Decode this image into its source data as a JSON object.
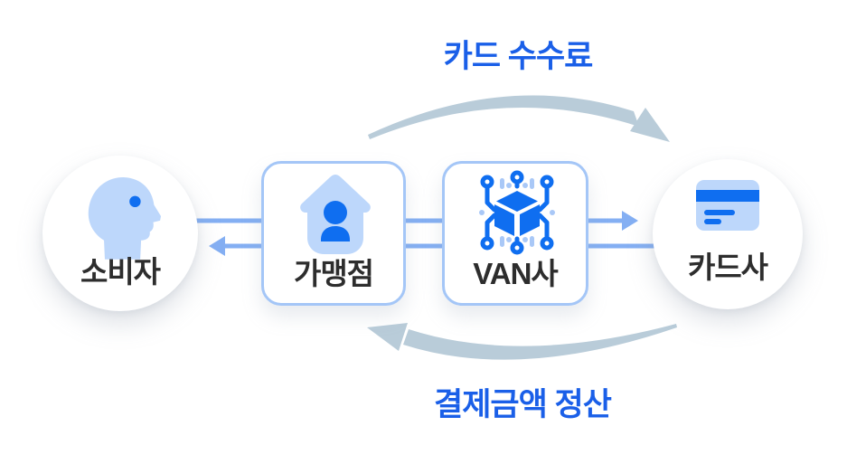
{
  "diagram": {
    "title_hint": "card-payment-settlement-flow",
    "flows": [
      {
        "id": "card-fee",
        "label": "카드 수수료",
        "direction": "left-to-right",
        "style": "curved-arc-top"
      },
      {
        "id": "settlement",
        "label": "결제금액 정산",
        "direction": "right-to-left",
        "style": "curved-arc-bottom"
      }
    ],
    "nodes": [
      {
        "id": "consumer",
        "label": "소비자",
        "shape": "circle",
        "icon": "person-head-icon"
      },
      {
        "id": "merchant",
        "label": "가맹점",
        "shape": "rounded-box",
        "icon": "storefront-person-icon"
      },
      {
        "id": "van",
        "label": "VAN사",
        "shape": "rounded-box",
        "icon": "network-cube-icon"
      },
      {
        "id": "card-company",
        "label": "카드사",
        "shape": "circle",
        "icon": "credit-card-icon"
      }
    ],
    "connectors": [
      {
        "id": "forward-line",
        "from": "consumer",
        "to": "card-company",
        "arrowhead": "right"
      },
      {
        "id": "return-line",
        "from": "card-company",
        "to": "consumer",
        "arrowhead": "left"
      }
    ],
    "colors": {
      "accent_text_blue": "#1a5fe8",
      "connector_blue": "#84aff3",
      "box_border_blue": "#a4c6f7",
      "icon_blue_dark": "#0f6ef0",
      "icon_blue_light": "#bdd7fb",
      "icon_blue_soft": "#a9c8f7",
      "curved_arrow_gray": "#b9ccd9",
      "label_dark": "#2d2d2d",
      "background": "#ffffff"
    }
  }
}
